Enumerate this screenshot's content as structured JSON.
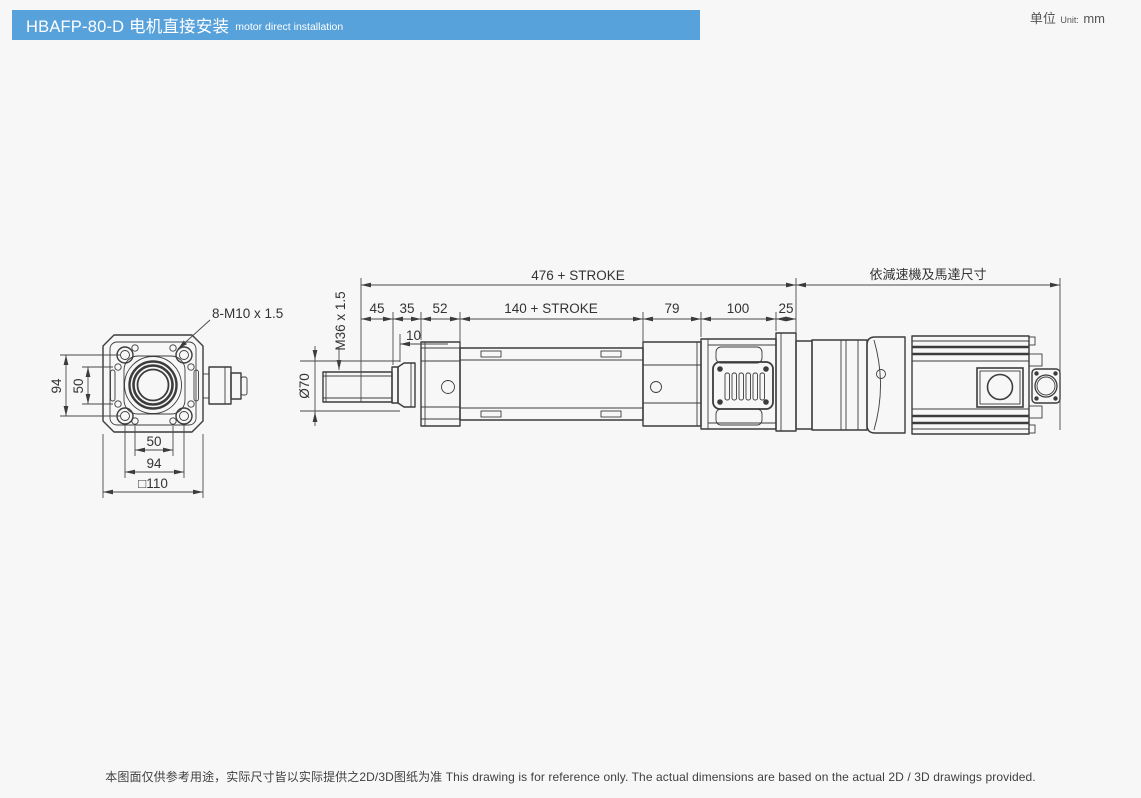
{
  "header": {
    "title": "HBAFP-80-D 电机直接安装",
    "subtitle": "motor direct installation"
  },
  "unit": {
    "cn": "单位",
    "en": "Unit:",
    "value": "mm"
  },
  "front_view": {
    "label_bolts": "8-M10 x 1.5",
    "dim_v94": "94",
    "dim_v50": "50",
    "dim_h50": "50",
    "dim_h94": "94",
    "dim_square": "□110"
  },
  "side_view": {
    "dim_overall": "476 + STROKE",
    "dim_motor": "依減速機及馬達尺寸",
    "dim_45": "45",
    "dim_35": "35",
    "dim_52": "52",
    "dim_10": "10",
    "dim_stroke": "140 + STROKE",
    "dim_79": "79",
    "dim_100": "100",
    "dim_25": "25",
    "label_thread": "M36 x 1.5",
    "label_rod_dia": "Ø70"
  },
  "footer": {
    "note": "本图面仅供参考用途，实际尺寸皆以实际提供之2D/3D图纸为准 This drawing is for reference only. The actual dimensions are based on the actual 2D / 3D drawings provided."
  },
  "colors": {
    "banner": "#58a2db",
    "background": "#f7f7f7",
    "line": "#3c3c3c"
  }
}
